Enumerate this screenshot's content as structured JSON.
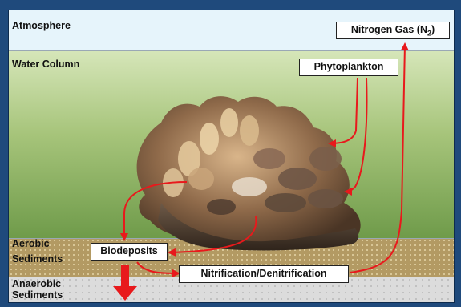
{
  "zones": {
    "atmosphere": "Atmosphere",
    "water_column": "Water Column",
    "aerobic_line1": "Aerobic",
    "aerobic_line2": "Sediments",
    "anaerobic_line1": "Anaerobic",
    "anaerobic_line2": "Sediments"
  },
  "boxes": {
    "nitrogen_gas_prefix": "Nitrogen Gas (N",
    "nitrogen_gas_sub": "2",
    "nitrogen_gas_suffix": ")",
    "phytoplankton": "Phytoplankton",
    "biodeposits": "Biodeposits",
    "nitrification": "Nitrification/Denitrification"
  },
  "colors": {
    "frame": "#1f4a7c",
    "arrow": "#e8191c",
    "atmosphere": "#e6f4fb",
    "aerobic": "#b39a63",
    "anaerobic": "#dcdcdc"
  }
}
